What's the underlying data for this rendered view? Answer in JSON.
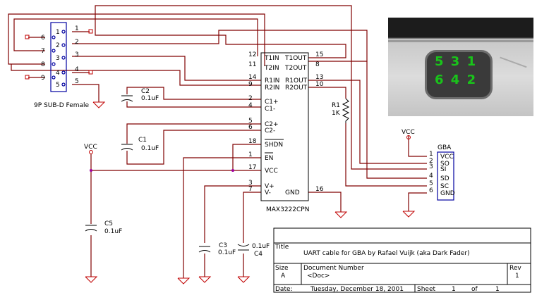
{
  "connector_db9": {
    "label": "9P SUB-D Female",
    "left_pins": [
      "6",
      "7",
      "8",
      "9"
    ],
    "right_pins": [
      "1",
      "2",
      "3",
      "4",
      "5"
    ],
    "out_pins": [
      "1",
      "2",
      "3",
      "4",
      "5"
    ]
  },
  "ic": {
    "name": "MAX3222CPN",
    "left_pins": [
      {
        "num": "12",
        "label": "T1IN"
      },
      {
        "num": "11",
        "label": "T2IN"
      },
      {
        "num": "14",
        "label": "R1IN"
      },
      {
        "num": "9",
        "label": "R2IN"
      },
      {
        "num": "2",
        "label": "C1+"
      },
      {
        "num": "4",
        "label": "C1-"
      },
      {
        "num": "5",
        "label": "C2+"
      },
      {
        "num": "6",
        "label": "C2-"
      },
      {
        "num": "18",
        "label": "SHDN"
      },
      {
        "num": "1",
        "label": "EN"
      },
      {
        "num": "17",
        "label": "VCC"
      },
      {
        "num": "3",
        "label": "V+"
      },
      {
        "num": "7",
        "label": "V-"
      }
    ],
    "right_pins": [
      {
        "num": "15",
        "label": "T1OUT"
      },
      {
        "num": "8",
        "label": "T2OUT"
      },
      {
        "num": "13",
        "label": "R1OUT"
      },
      {
        "num": "10",
        "label": "R2OUT"
      },
      {
        "num": "16",
        "label": "GND"
      }
    ]
  },
  "caps": {
    "c1": {
      "name": "C1",
      "value": "0.1uF"
    },
    "c2": {
      "name": "C2",
      "value": "0.1uF"
    },
    "c3": {
      "name": "C3",
      "value": "0.1uF"
    },
    "c4": {
      "name": "C4",
      "value": "0.1uF"
    },
    "c5": {
      "name": "C5",
      "value": "0.1uF"
    }
  },
  "resistor": {
    "name": "R1",
    "value": "1K"
  },
  "vcc_label": "VCC",
  "gba_connector": {
    "label": "GBA",
    "pins": [
      {
        "num": "1",
        "label": "VCC"
      },
      {
        "num": "2",
        "label": "SO"
      },
      {
        "num": "3",
        "label": "SI"
      },
      {
        "num": "4",
        "label": "SD"
      },
      {
        "num": "5",
        "label": "SC"
      },
      {
        "num": "6",
        "label": "GND"
      }
    ]
  },
  "photo": {
    "top_digits": "5 3 1",
    "bottom_digits": "6 4 2"
  },
  "title_block": {
    "title_label": "Title",
    "title": "UART cable for GBA by Rafael Vuijk (aka Dark Fader)",
    "size_label": "Size",
    "size": "A",
    "docnum_label": "Document Number",
    "docnum": "<Doc>",
    "rev_label": "Rev",
    "rev": "1",
    "date_label": "Date:",
    "date": "Tuesday, December 18, 2001",
    "sheet_label": "Sheet",
    "sheet": "1",
    "of_label": "of",
    "of": "1"
  }
}
